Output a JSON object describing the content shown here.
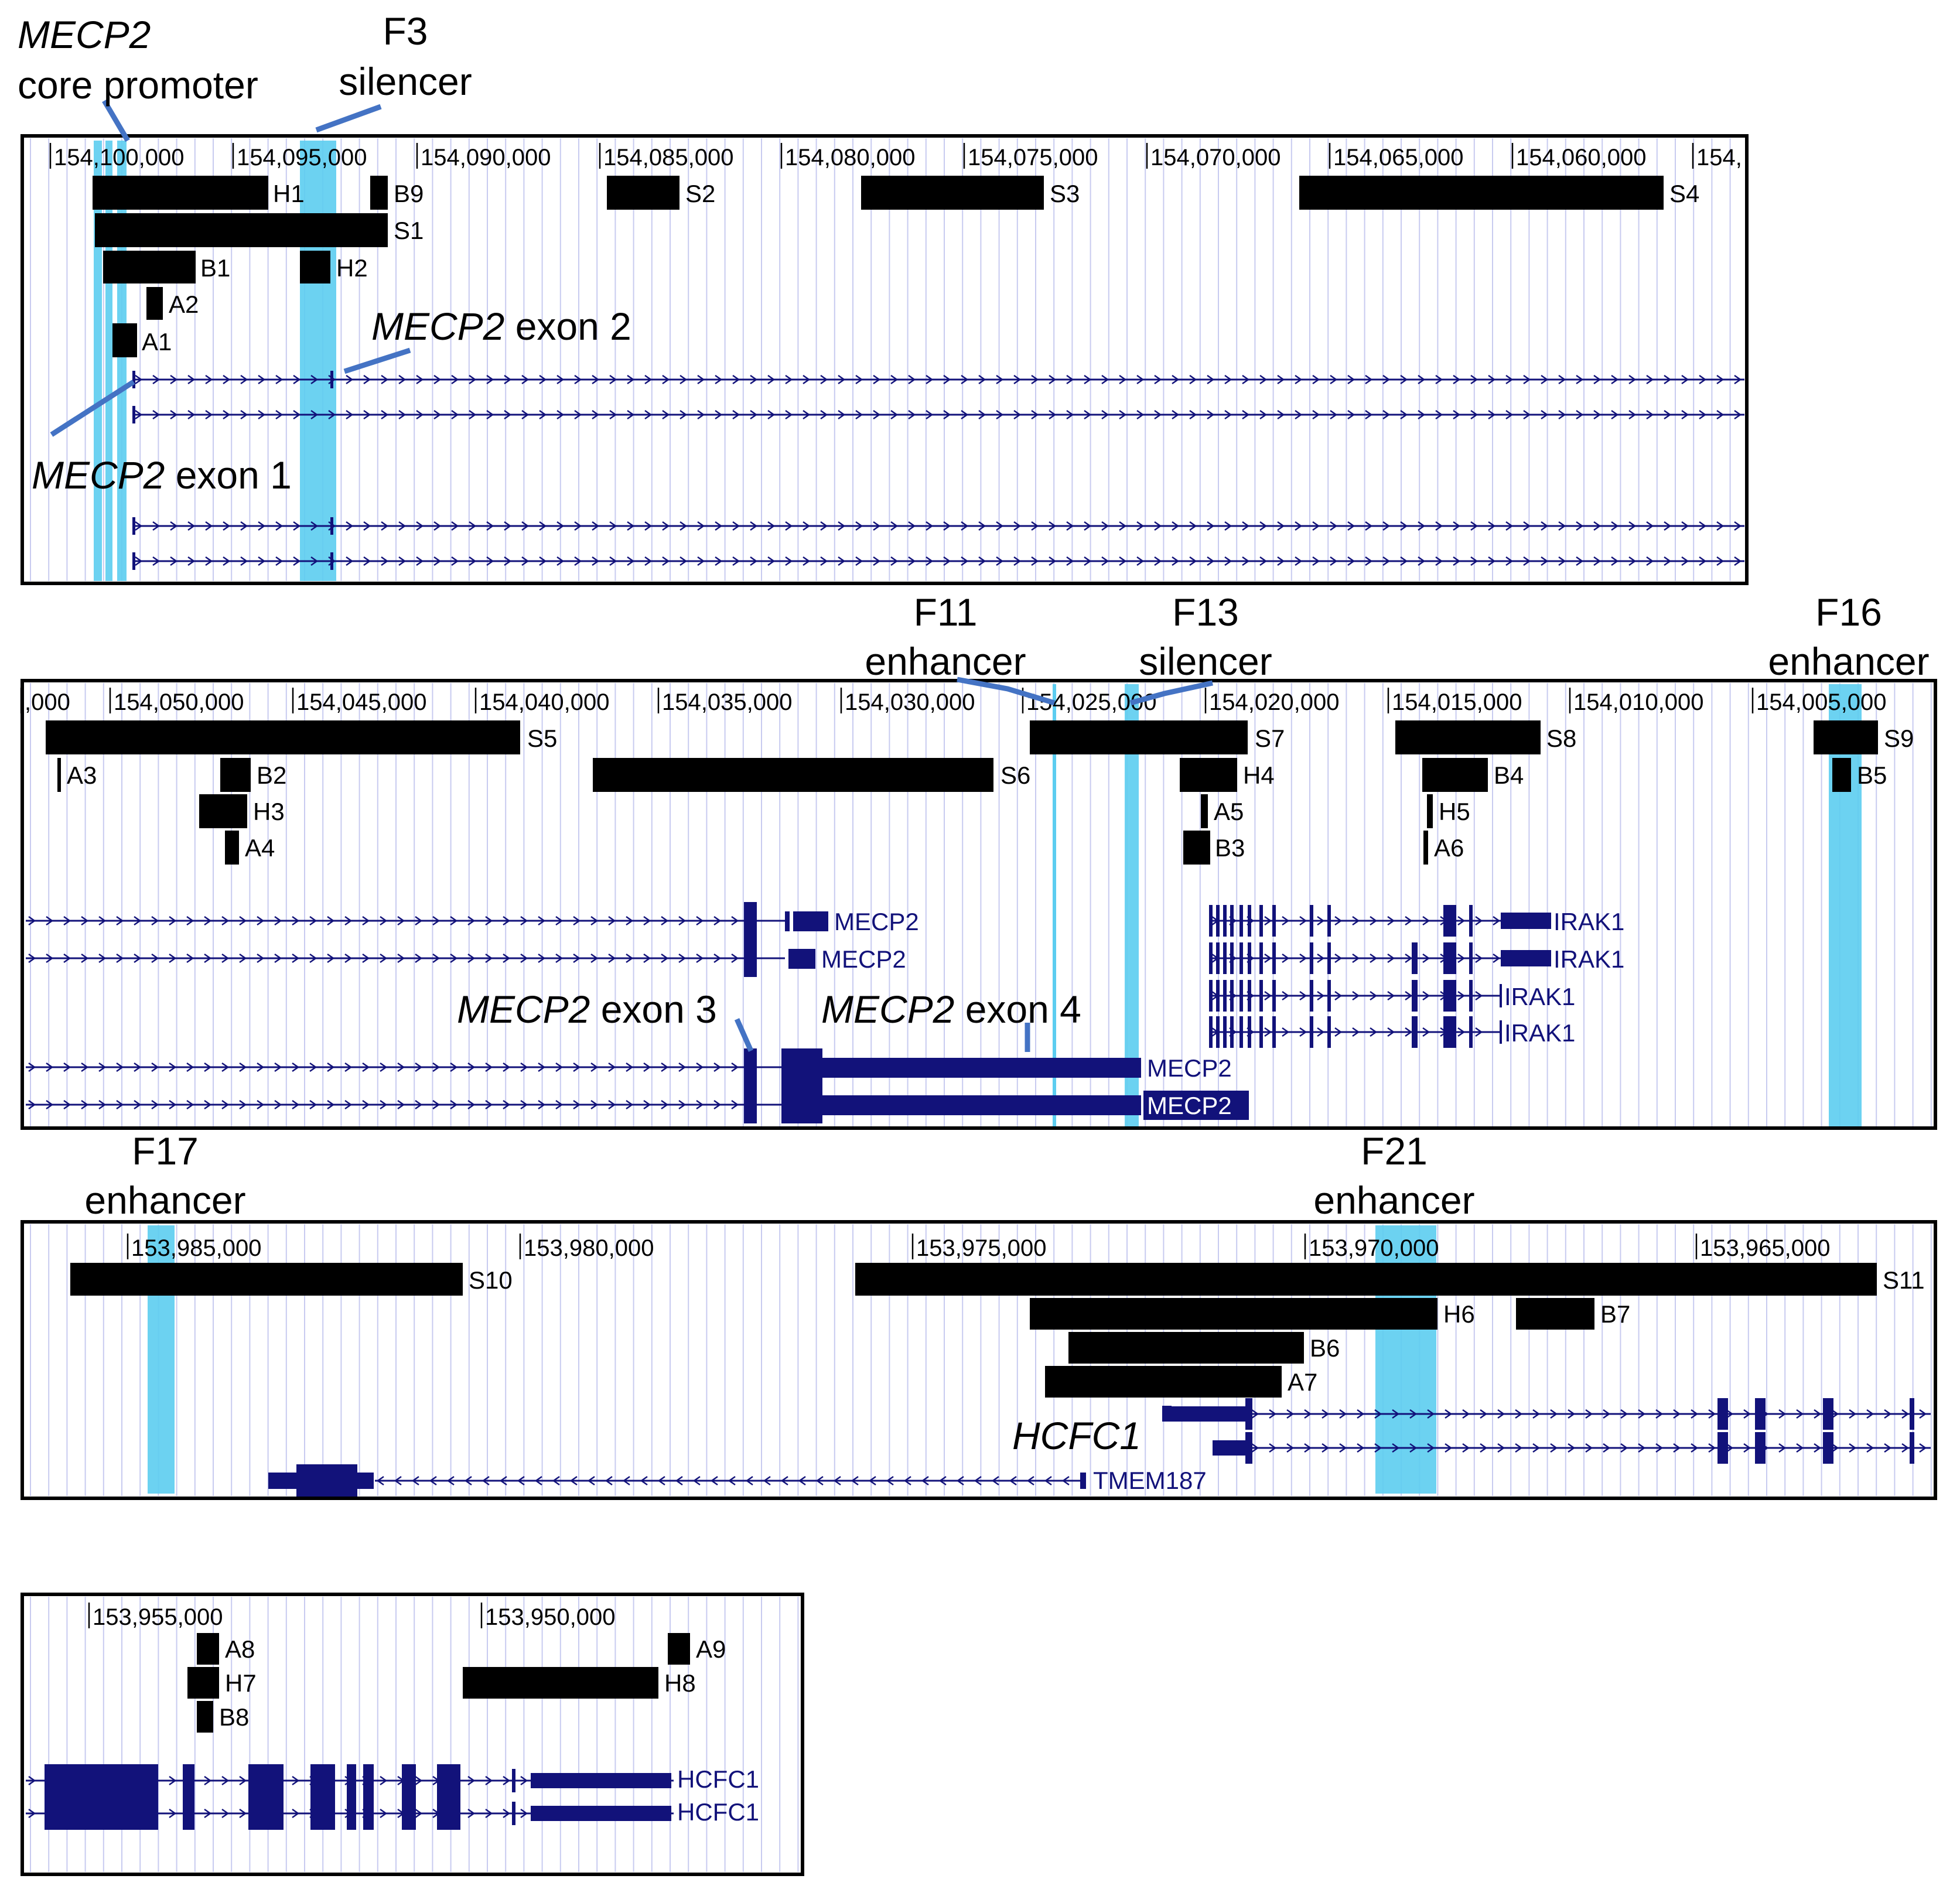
{
  "colors": {
    "highlight": "#5ccdf0",
    "gene": "#12127a",
    "pointer": "#4473c4",
    "grid": "#c8cbf0",
    "feature": "#000000"
  },
  "annotations": {
    "mecp2_core_promoter_line1": "MECP2",
    "mecp2_core_promoter_line2": "core promoter",
    "f3_line1": "F3",
    "f3_line2": "silencer",
    "mecp2_exon2_italic": "MECP2",
    "mecp2_exon2_text": " exon 2",
    "mecp2_exon1_italic": "MECP2",
    "mecp2_exon1_text": " exon 1",
    "f11_line1": "F11",
    "f11_line2": "enhancer",
    "f13_line1": "F13",
    "f13_line2": "silencer",
    "f16_line1": "F16",
    "f16_line2": "enhancer",
    "mecp2_exon3_italic": "MECP2",
    "mecp2_exon3_text": " exon 3",
    "mecp2_exon4_italic": "MECP2",
    "mecp2_exon4_text": " exon 4",
    "f17_line1": "F17",
    "f17_line2": "enhancer",
    "f21_line1": "F21",
    "f21_line2": "enhancer",
    "hcfc1_italic": "HCFC1"
  },
  "panels": [
    {
      "id": "panel1",
      "axis_labels": [
        "154,100,000",
        "154,095,000",
        "154,090,000",
        "154,085,000",
        "154,080,000",
        "154,075,000",
        "154,070,000",
        "154,065,000",
        "154,060,000",
        "154,"
      ],
      "features": [
        "H1",
        "B9",
        "S2",
        "S3",
        "S4",
        "S1",
        "B1",
        "H2",
        "A2",
        "A1"
      ]
    },
    {
      "id": "panel2",
      "axis_labels": [
        ",000",
        "154,050,000",
        "154,045,000",
        "154,040,000",
        "154,035,000",
        "154,030,000",
        "154,025,000",
        "154,020,000",
        "154,015,000",
        "154,010,000",
        "154,005,000"
      ],
      "features": [
        "S5",
        "S6",
        "S7",
        "S8",
        "S9",
        "A3",
        "B2",
        "H4",
        "B4",
        "B5",
        "H3",
        "A5",
        "H5",
        "A4",
        "B3",
        "A6"
      ],
      "genes": [
        "MECP2",
        "MECP2",
        "IRAK1",
        "IRAK1",
        "IRAK1",
        "IRAK1",
        "MECP2",
        "MECP2"
      ]
    },
    {
      "id": "panel3",
      "axis_labels": [
        "153,985,000",
        "153,980,000",
        "153,975,000",
        "153,970,000",
        "153,965,000"
      ],
      "features": [
        "S10",
        "S11",
        "H6",
        "B7",
        "B6",
        "A7"
      ],
      "genes": [
        "TMEM187"
      ]
    },
    {
      "id": "panel4",
      "axis_labels": [
        "153,955,000",
        "153,950,000"
      ],
      "features": [
        "A8",
        "A9",
        "H7",
        "H8",
        "B8"
      ],
      "genes": [
        "HCFC1",
        "HCFC1"
      ]
    }
  ]
}
